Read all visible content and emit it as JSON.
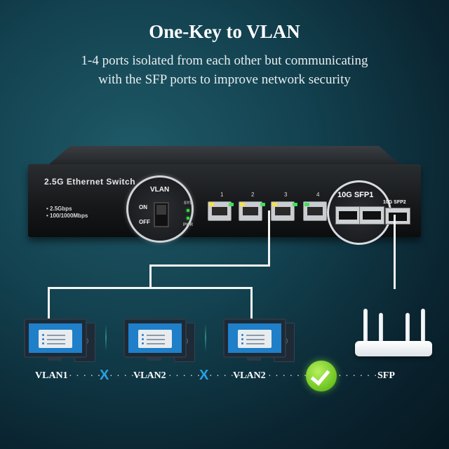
{
  "header": {
    "title": "One-Key to VLAN",
    "subtitle_line1": "1-4 ports isolated from each other but communicating",
    "subtitle_line2": "with the SFP ports to improve network security"
  },
  "switch": {
    "label": "2.5G Ethernet Switch",
    "spec1": "• 2.5Gbps",
    "spec2": "• 100/1000Mbps",
    "vlan_button": {
      "title": "VLAN",
      "on": "ON",
      "off": "OFF"
    },
    "led_labels": {
      "sys": "SYS",
      "pwr": "PWR"
    },
    "ports": [
      "1",
      "2",
      "3",
      "4"
    ],
    "sfp1_label": "10G SFP1",
    "sfp2_label": "10G SFP2"
  },
  "network": {
    "vlan1": "VLAN1",
    "vlan2_a": "VLAN2",
    "vlan2_b": "VLAN2",
    "sfp": "SFP",
    "dots": "· · · · · ·",
    "blocked_icon": "X",
    "allowed_icon": "check-icon"
  },
  "colors": {
    "background": "#13414f",
    "blocked": "#2aa0e0",
    "allowed": "#6cc31f",
    "led_yellow": "#f7e23a",
    "led_green": "#3de15b"
  }
}
